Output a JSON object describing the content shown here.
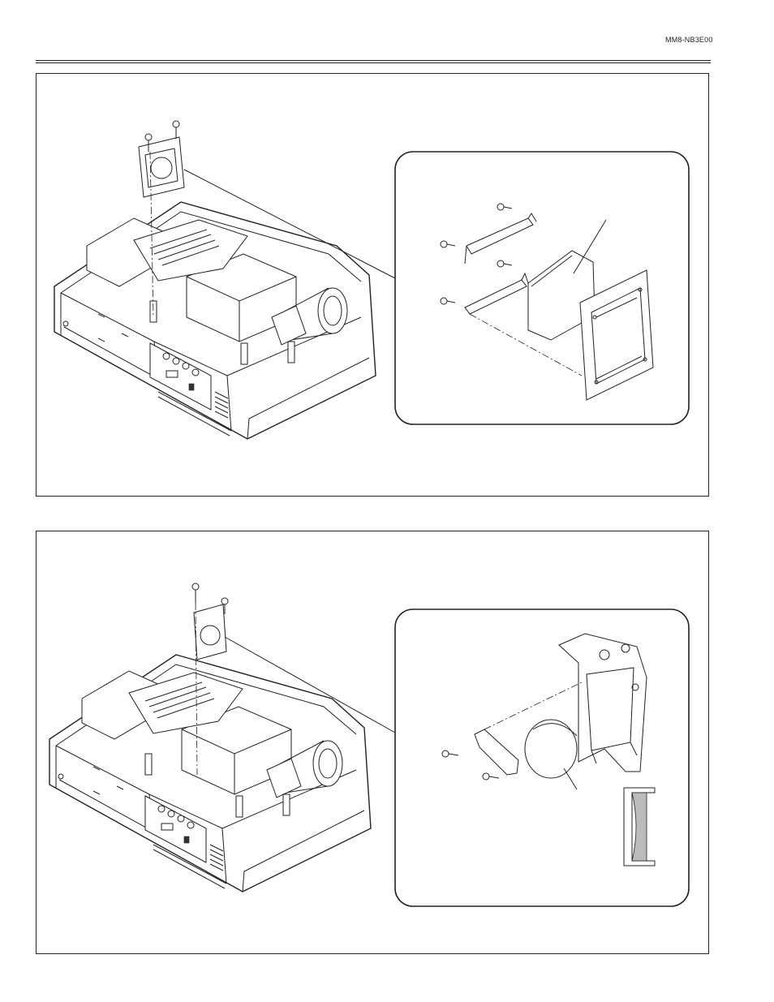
{
  "header": {
    "doc_code": "MM8-NB3E00"
  },
  "figures": [
    {
      "id": "figure-1",
      "icon": "projector-exploded-view-icon",
      "inset_icon": "filter-bracket-exploded-icon"
    },
    {
      "id": "figure-2",
      "icon": "projector-exploded-view-icon",
      "inset_icon": "lens-holder-exploded-icon"
    }
  ]
}
